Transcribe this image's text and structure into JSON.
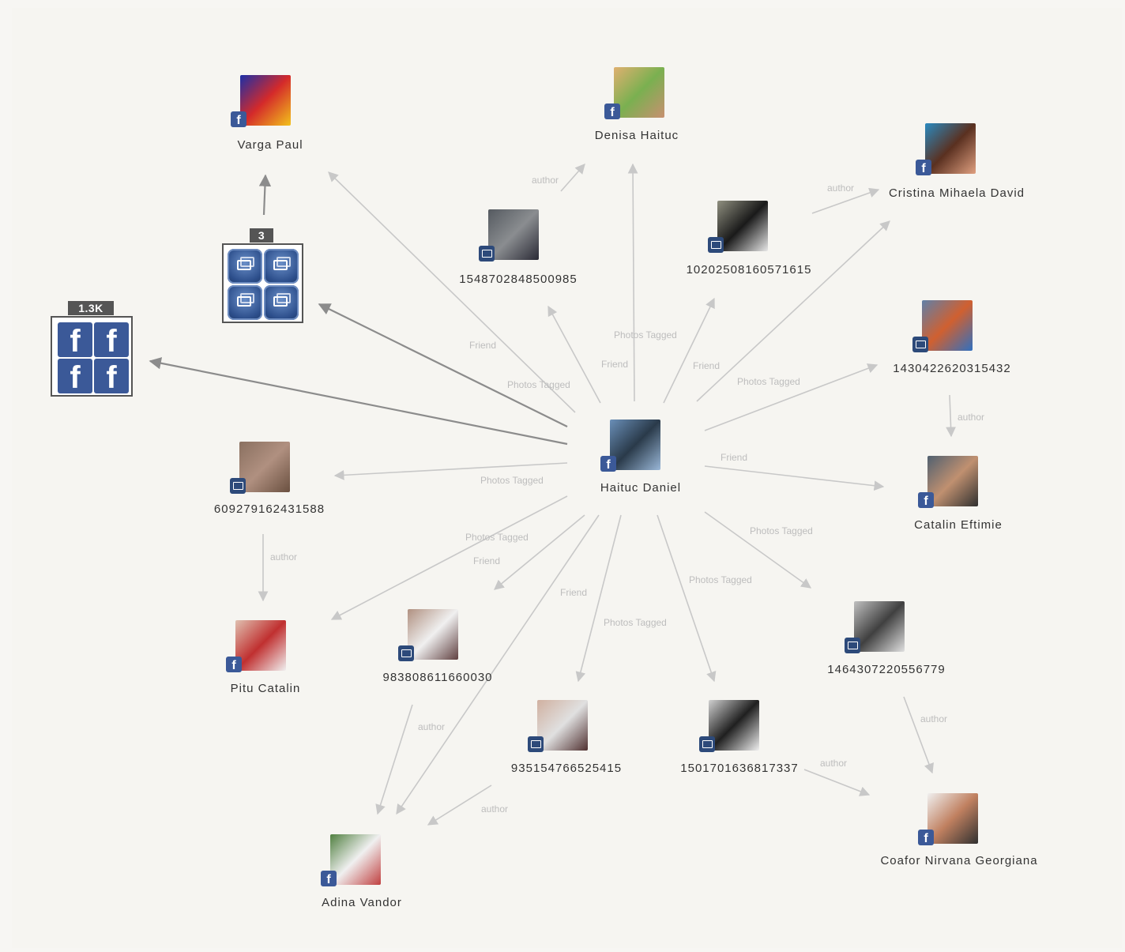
{
  "graph": {
    "center": {
      "name": "Haituc Daniel",
      "type": "facebook"
    },
    "groups": {
      "facebook_group": {
        "count": "1.3K"
      },
      "photo_group": {
        "count": "3"
      }
    },
    "nodes": [
      {
        "id": "varga",
        "name": "Varga Paul",
        "type": "facebook",
        "colors": [
          "#1b2fa8",
          "#d42a2a",
          "#f2c21b"
        ]
      },
      {
        "id": "denisa",
        "name": "Denisa Haituc",
        "type": "facebook",
        "colors": [
          "#e0b070",
          "#7ab050",
          "#c89070"
        ]
      },
      {
        "id": "cristina",
        "name": "Cristina Mihaela David",
        "type": "facebook",
        "colors": [
          "#2a8ac0",
          "#5a3020",
          "#e0a080"
        ]
      },
      {
        "id": "p1548",
        "name": "1548702848500985",
        "type": "photo",
        "colors": [
          "#555a60",
          "#8a8d90",
          "#2a2a35"
        ]
      },
      {
        "id": "p1020",
        "name": "10202508160571615",
        "type": "photo",
        "colors": [
          "#909080",
          "#1a1a1a",
          "#e8e8e8"
        ]
      },
      {
        "id": "p1430",
        "name": "1430422620315432",
        "type": "photo",
        "colors": [
          "#6080a8",
          "#d06030",
          "#3070c0"
        ]
      },
      {
        "id": "p6092",
        "name": "609279162431588",
        "type": "photo",
        "colors": [
          "#8a7060",
          "#b09080",
          "#6a5040"
        ]
      },
      {
        "id": "catalinE",
        "name": "Catalin Eftimie",
        "type": "facebook",
        "colors": [
          "#506070",
          "#c09070",
          "#303030"
        ]
      },
      {
        "id": "pitu",
        "name": "Pitu Catalin",
        "type": "facebook",
        "colors": [
          "#e0c0b0",
          "#c03030",
          "#f0f0f0"
        ]
      },
      {
        "id": "p9838",
        "name": "983808611660030",
        "type": "photo",
        "colors": [
          "#b09080",
          "#f0f0f0",
          "#604040"
        ]
      },
      {
        "id": "p1464",
        "name": "1464307220556779",
        "type": "photo",
        "colors": [
          "#c0c0c0",
          "#404040",
          "#e0e0e0"
        ]
      },
      {
        "id": "p9351",
        "name": "935154766525415",
        "type": "photo",
        "colors": [
          "#d0b0a0",
          "#e0e0e0",
          "#503030"
        ]
      },
      {
        "id": "p1501",
        "name": "1501701636817337",
        "type": "photo",
        "colors": [
          "#d0d0d0",
          "#202020",
          "#f0f0f0"
        ]
      },
      {
        "id": "coafor",
        "name": "Coafor Nirvana Georgiana",
        "type": "facebook",
        "colors": [
          "#f0f0f0",
          "#c08060",
          "#303030"
        ]
      },
      {
        "id": "adina",
        "name": "Adina Vandor",
        "type": "facebook",
        "colors": [
          "#508040",
          "#f0f0f0",
          "#c04040"
        ]
      },
      {
        "id": "center",
        "name": "Haituc Daniel",
        "type": "facebook",
        "colors": [
          "#6a8fb8",
          "#2a3a4a",
          "#9ab8d8"
        ]
      }
    ],
    "edges": [
      {
        "from": "center",
        "to": "varga",
        "label": "Friend"
      },
      {
        "from": "center",
        "to": "p1548",
        "label": "Photos Tagged"
      },
      {
        "from": "center",
        "to": "denisa",
        "label": "Friend"
      },
      {
        "from": "center",
        "to": "p1020",
        "label": "Photos Tagged"
      },
      {
        "from": "center",
        "to": "cristina",
        "label": "Friend"
      },
      {
        "from": "center",
        "to": "p1430",
        "label": "Photos Tagged"
      },
      {
        "from": "center",
        "to": "catalinE",
        "label": "Friend"
      },
      {
        "from": "center",
        "to": "p1464",
        "label": "Photos Tagged"
      },
      {
        "from": "center",
        "to": "p1501",
        "label": "Photos Tagged"
      },
      {
        "from": "center",
        "to": "p9351",
        "label": "Photos Tagged"
      },
      {
        "from": "center",
        "to": "adina",
        "label": "Friend"
      },
      {
        "from": "center",
        "to": "p9838",
        "label": "Friend"
      },
      {
        "from": "center",
        "to": "pitu",
        "label": "Photos Tagged"
      },
      {
        "from": "center",
        "to": "p6092",
        "label": "Photos Tagged"
      },
      {
        "from": "p1548",
        "to": "denisa",
        "label": "author"
      },
      {
        "from": "p1020",
        "to": "cristina",
        "label": "author"
      },
      {
        "from": "p1430",
        "to": "catalinE",
        "label": "author"
      },
      {
        "from": "p6092",
        "to": "pitu",
        "label": "author"
      },
      {
        "from": "p9838",
        "to": "adina",
        "label": "author"
      },
      {
        "from": "p9351",
        "to": "adina",
        "label": "author"
      },
      {
        "from": "p1464",
        "to": "coafor",
        "label": "author"
      },
      {
        "from": "p1501",
        "to": "coafor",
        "label": "author"
      }
    ],
    "icons": {
      "facebook": "facebook-icon",
      "photo": "photo-icon"
    },
    "colors": {
      "facebook_blue": "#3b5998",
      "edge": "#c8c8c8",
      "edge_dark": "#8c8c8c",
      "group_count_bg": "#555555"
    }
  }
}
